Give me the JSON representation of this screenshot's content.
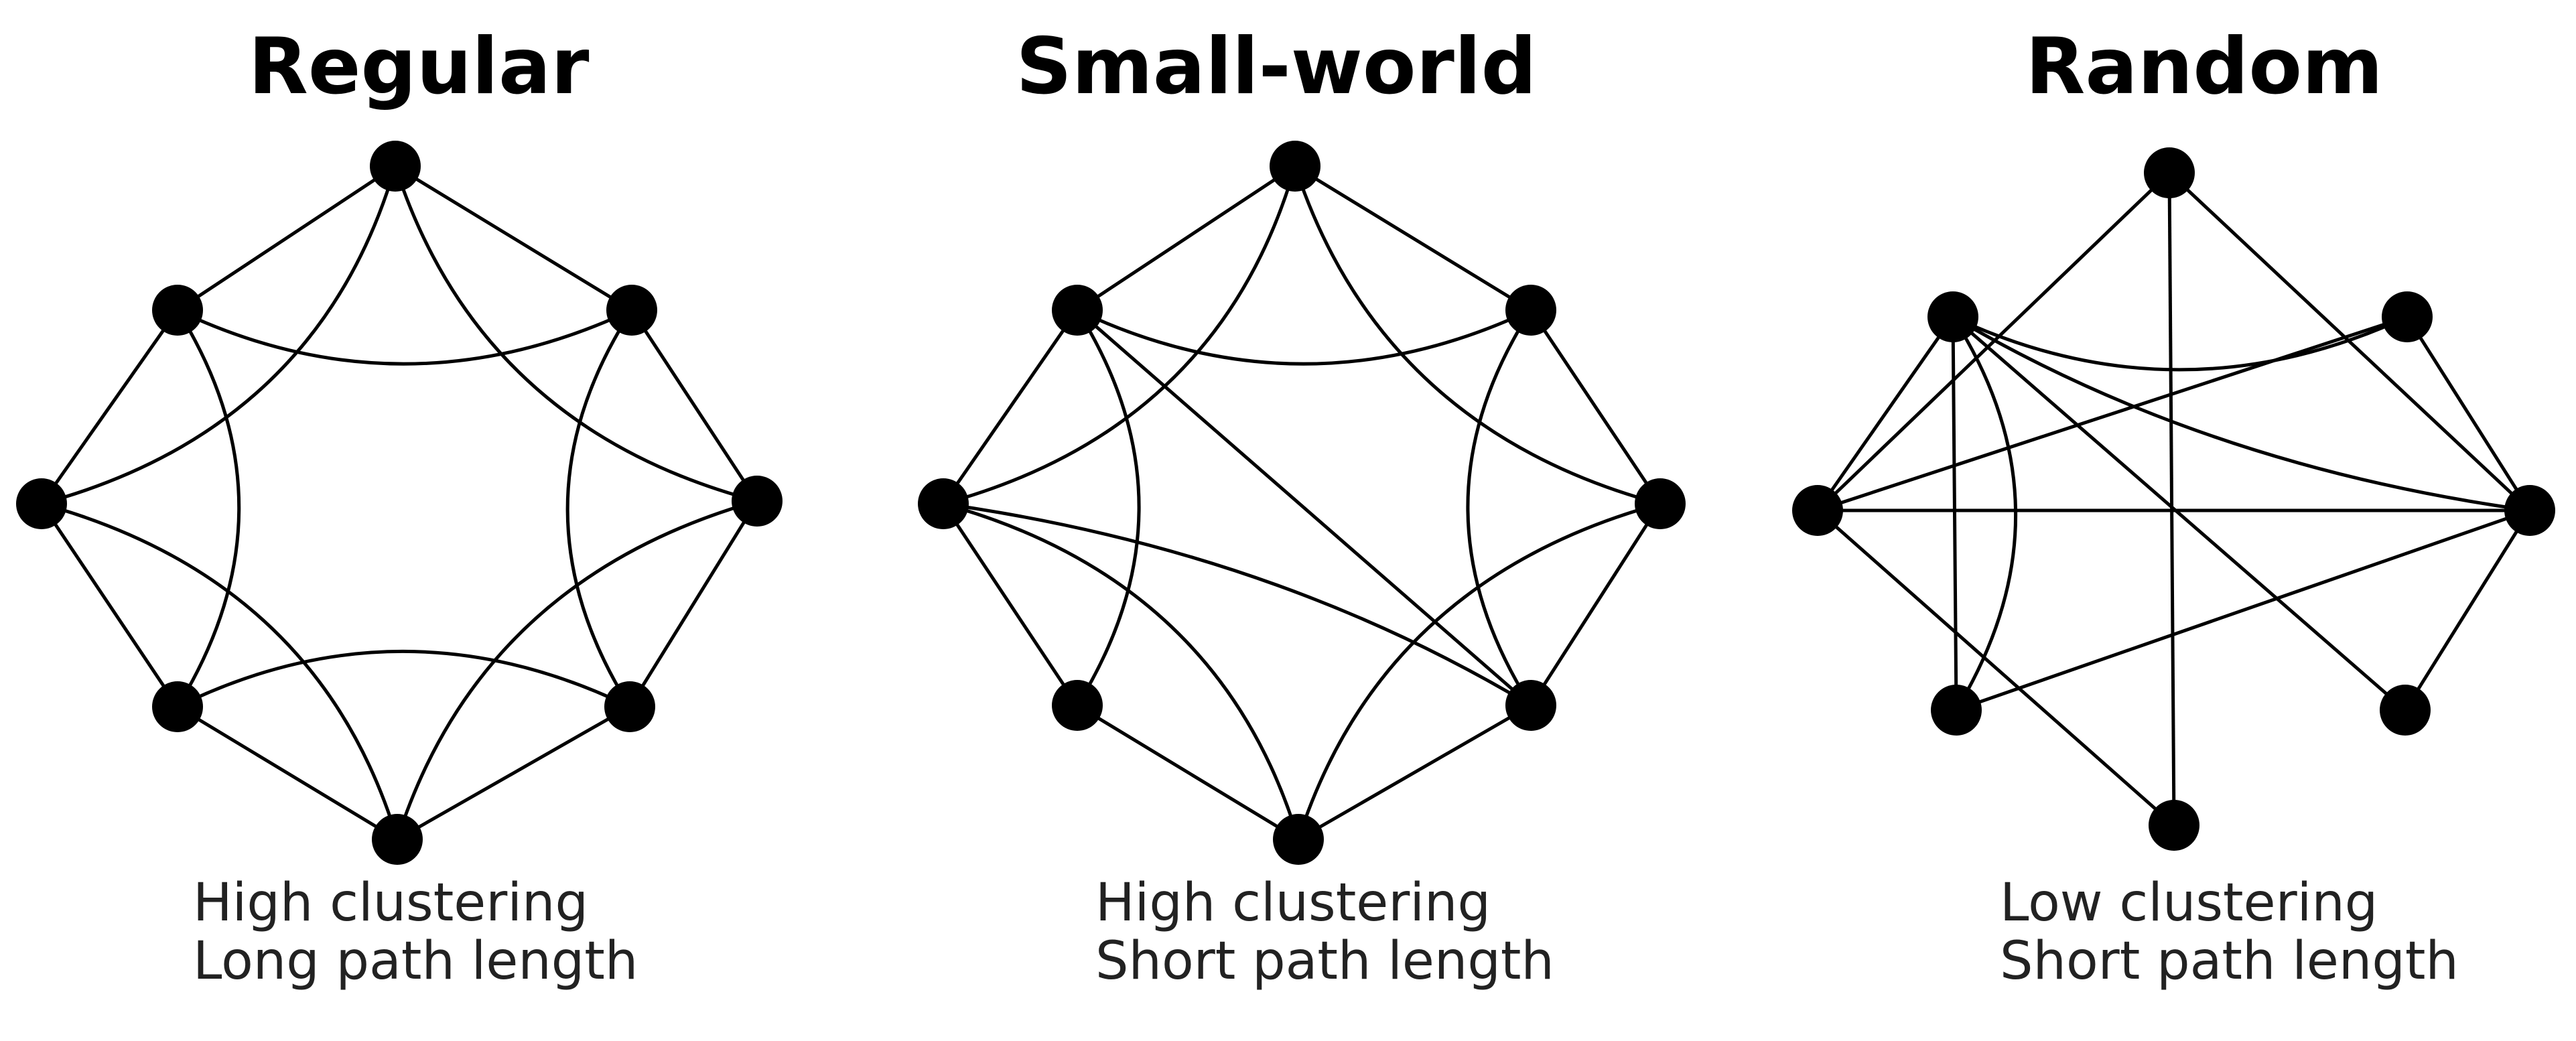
{
  "panels": [
    {
      "title": "Regular",
      "caption": [
        "High clustering",
        "Long path length"
      ],
      "edges": [
        [
          0,
          1
        ],
        [
          1,
          2
        ],
        [
          2,
          3
        ],
        [
          3,
          4
        ],
        [
          4,
          5
        ],
        [
          5,
          6
        ],
        [
          6,
          7
        ],
        [
          7,
          0
        ],
        [
          0,
          2
        ],
        [
          1,
          3
        ],
        [
          2,
          4
        ],
        [
          3,
          5
        ],
        [
          4,
          6
        ],
        [
          5,
          7
        ],
        [
          6,
          0
        ],
        [
          7,
          1
        ]
      ]
    },
    {
      "title": "Small-world",
      "caption": [
        "High clustering",
        "Short path length"
      ],
      "edges": [
        [
          0,
          1
        ],
        [
          1,
          2
        ],
        [
          2,
          3
        ],
        [
          3,
          4
        ],
        [
          4,
          5
        ],
        [
          5,
          6
        ],
        [
          6,
          7
        ],
        [
          7,
          0
        ],
        [
          0,
          2
        ],
        [
          1,
          3
        ],
        [
          2,
          4
        ],
        [
          4,
          6
        ],
        [
          5,
          7
        ],
        [
          6,
          0
        ],
        [
          7,
          1
        ],
        [
          7,
          3
        ],
        [
          6,
          3
        ]
      ]
    },
    {
      "title": "Random",
      "caption": [
        "Low clustering",
        "Short path length"
      ],
      "edges": [
        [
          1,
          2
        ],
        [
          2,
          3
        ],
        [
          6,
          7
        ],
        [
          0,
          4
        ],
        [
          7,
          2
        ],
        [
          7,
          3
        ],
        [
          6,
          1
        ],
        [
          6,
          2
        ],
        [
          0,
          2
        ],
        [
          4,
          6
        ],
        [
          7,
          1
        ],
        [
          5,
          7
        ],
        [
          6,
          0
        ],
        [
          7,
          5
        ],
        [
          5,
          2
        ],
        [
          6,
          2
        ]
      ]
    }
  ]
}
